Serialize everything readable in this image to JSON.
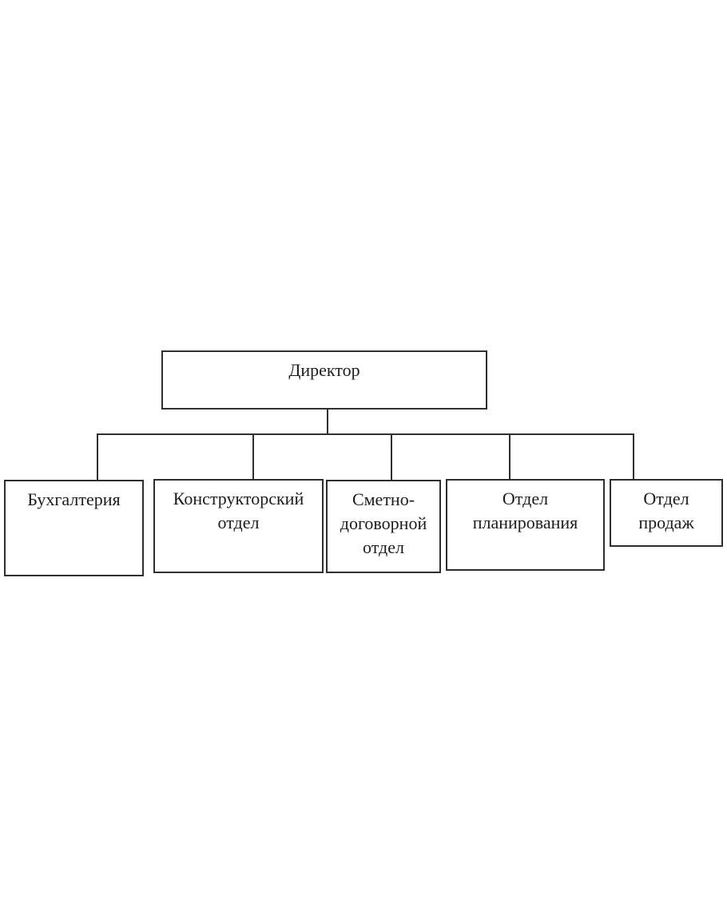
{
  "diagram": {
    "type": "org-chart",
    "root": {
      "label": "Директор"
    },
    "children": [
      {
        "label": "Бухгалтерия"
      },
      {
        "label": "Конструкторский отдел"
      },
      {
        "label": "Сметно-договорной отдел"
      },
      {
        "label": "Отдел планирования"
      },
      {
        "label": "Отдел продаж"
      }
    ],
    "colors": {
      "line": "#2e2e2e",
      "text": "#1c1c1c",
      "node_background": "#ffffff",
      "page_background": "#ffffff"
    }
  }
}
